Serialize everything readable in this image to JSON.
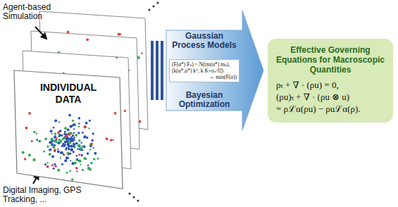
{
  "diagram": {
    "nodes": [
      {
        "text": [
          "INDIVIDUAL DATA"
        ]
      },
      {
        "text": [
          "Gaussian Process Models",
          "(F(α*) Fₖ) ~ N((m(α*) mₖ), [k(α*,α*) kᵀ; k K+σₙ²I])",
          "→ min(F(α))",
          "Bayesian Optimization"
        ]
      },
      {
        "text": [
          "Effective Governing Equations for Macroscopic Quantities",
          "ρₜ + ∇ · (ρu) = 0,",
          "(ρu)ₜ + ∇ · (ρu ⊗ u)",
          "= ρℒα(ρu) − ρuℒα(ρ)."
        ]
      }
    ],
    "labels": [
      "Agent-based Simulation",
      "Digital Imaging, GPS Tracking, ..."
    ]
  }
}
